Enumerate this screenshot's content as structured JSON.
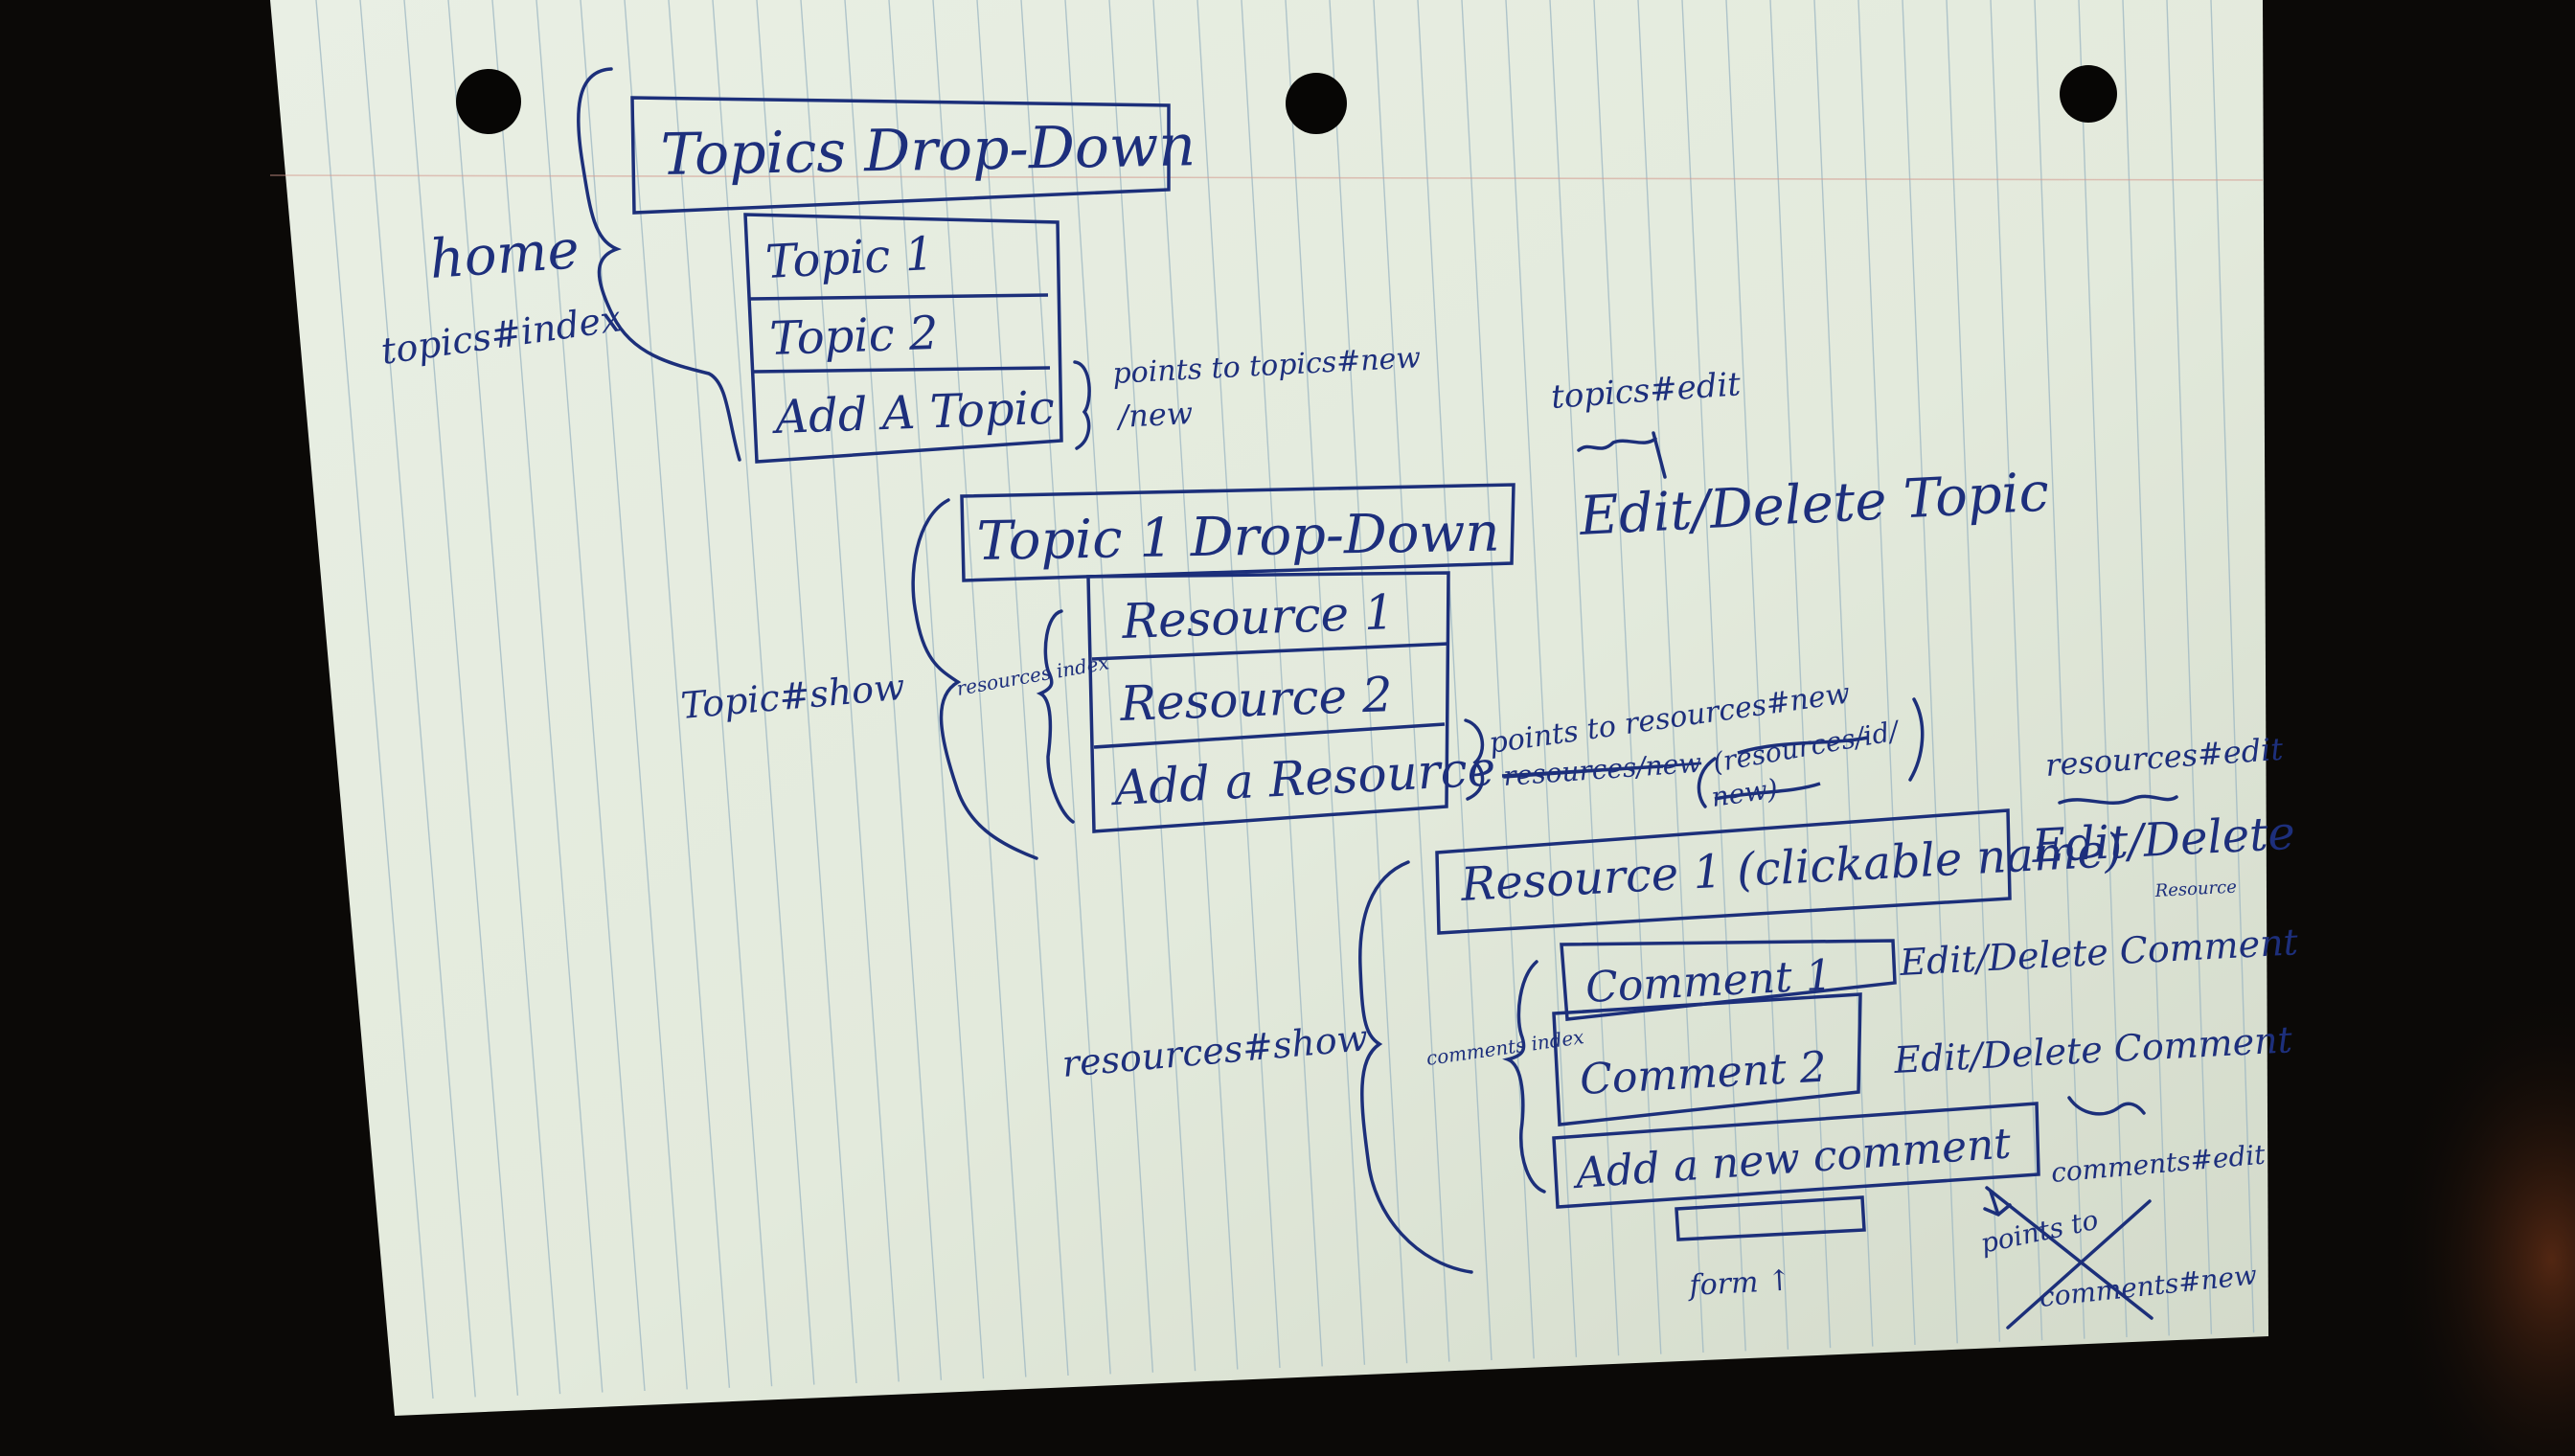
{
  "notes": {
    "home": "home",
    "topics_index": "topics#index",
    "topics_dropdown": "Topics Drop-Down",
    "topic_1": "Topic 1",
    "topic_2": "Topic 2",
    "add_topic": "Add A Topic",
    "points_topics_new": "points to topics#new",
    "new": "/new",
    "topics_edit": "topics#edit",
    "edit_delete_topic": "Edit/Delete Topic",
    "topic_show": "Topic#show",
    "topic1_dropdown": "Topic 1 Drop-Down",
    "resources_index": "resources index",
    "resource_1": "Resource 1",
    "resource_2": "Resource 2",
    "add_resource": "Add a Resource",
    "points_resources_new": "points to resources#new",
    "resources_new_strike": "resources/new",
    "resources_id": "(resources/id/",
    "new_strike": "new)",
    "resources_edit": "resources#edit",
    "edit_delete_resource": "Edit/Delete",
    "resource_word": "Resource",
    "resource_clickable": "Resource 1 (clickable name)",
    "resources_show": "resources#show",
    "comments_index": "comments index",
    "comment_1": "Comment 1",
    "comment_2": "Comment 2",
    "edit_delete_comment_1": "Edit/Delete Comment",
    "edit_delete_comment_2": "Edit/Delete Comment",
    "comments_edit": "comments#edit",
    "add_comment": "Add a new comment",
    "form_label": "form ↑",
    "points_to": "points to",
    "comments_new": "comments#new"
  }
}
